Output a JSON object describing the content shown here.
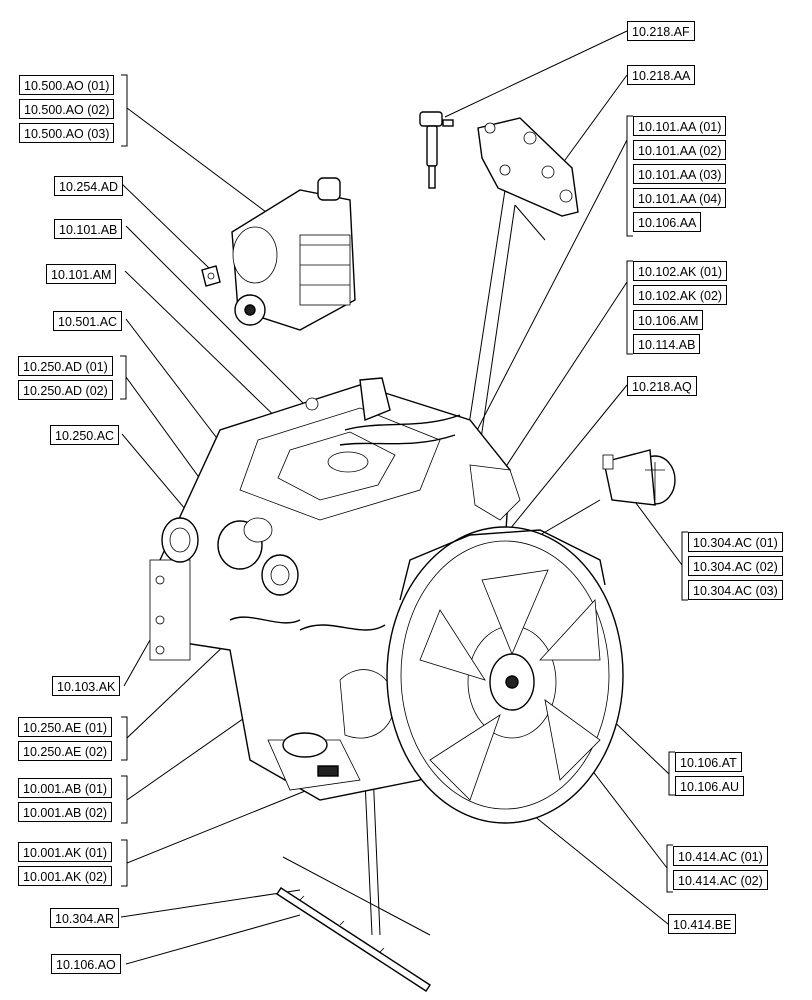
{
  "callouts": {
    "c218af": "10.218.AF",
    "c218aa": "10.218.AA",
    "c500ao01": "10.500.AO (01)",
    "c500ao02": "10.500.AO (02)",
    "c500ao03": "10.500.AO (03)",
    "c101aa01": "10.101.AA (01)",
    "c101aa02": "10.101.AA (02)",
    "c101aa03": "10.101.AA (03)",
    "c101aa04": "10.101.AA (04)",
    "c106aa": "10.106.AA",
    "c254ad": "10.254.AD",
    "c101ab": "10.101.AB",
    "c101am": "10.101.AM",
    "c102ak01": "10.102.AK (01)",
    "c102ak02": "10.102.AK (02)",
    "c106am": "10.106.AM",
    "c114ab": "10.114.AB",
    "c501ac": "10.501.AC",
    "c250ad01": "10.250.AD (01)",
    "c250ad02": "10.250.AD (02)",
    "c218aq": "10.218.AQ",
    "c250ac": "10.250.AC",
    "c304ac01": "10.304.AC (01)",
    "c304ac02": "10.304.AC (02)",
    "c304ac03": "10.304.AC (03)",
    "c103ak": "10.103.AK",
    "c250ae01": "10.250.AE (01)",
    "c250ae02": "10.250.AE (02)",
    "c106at": "10.106.AT",
    "c106au": "10.106.AU",
    "c001ab01": "10.001.AB (01)",
    "c001ab02": "10.001.AB (02)",
    "c001ak01": "10.001.AK (01)",
    "c001ak02": "10.001.AK (02)",
    "c414ac01": "10.414.AC (01)",
    "c414ac02": "10.414.AC (02)",
    "c304ar": "10.304.AR",
    "c414be": "10.414.BE",
    "c106ao": "10.106.AO"
  }
}
